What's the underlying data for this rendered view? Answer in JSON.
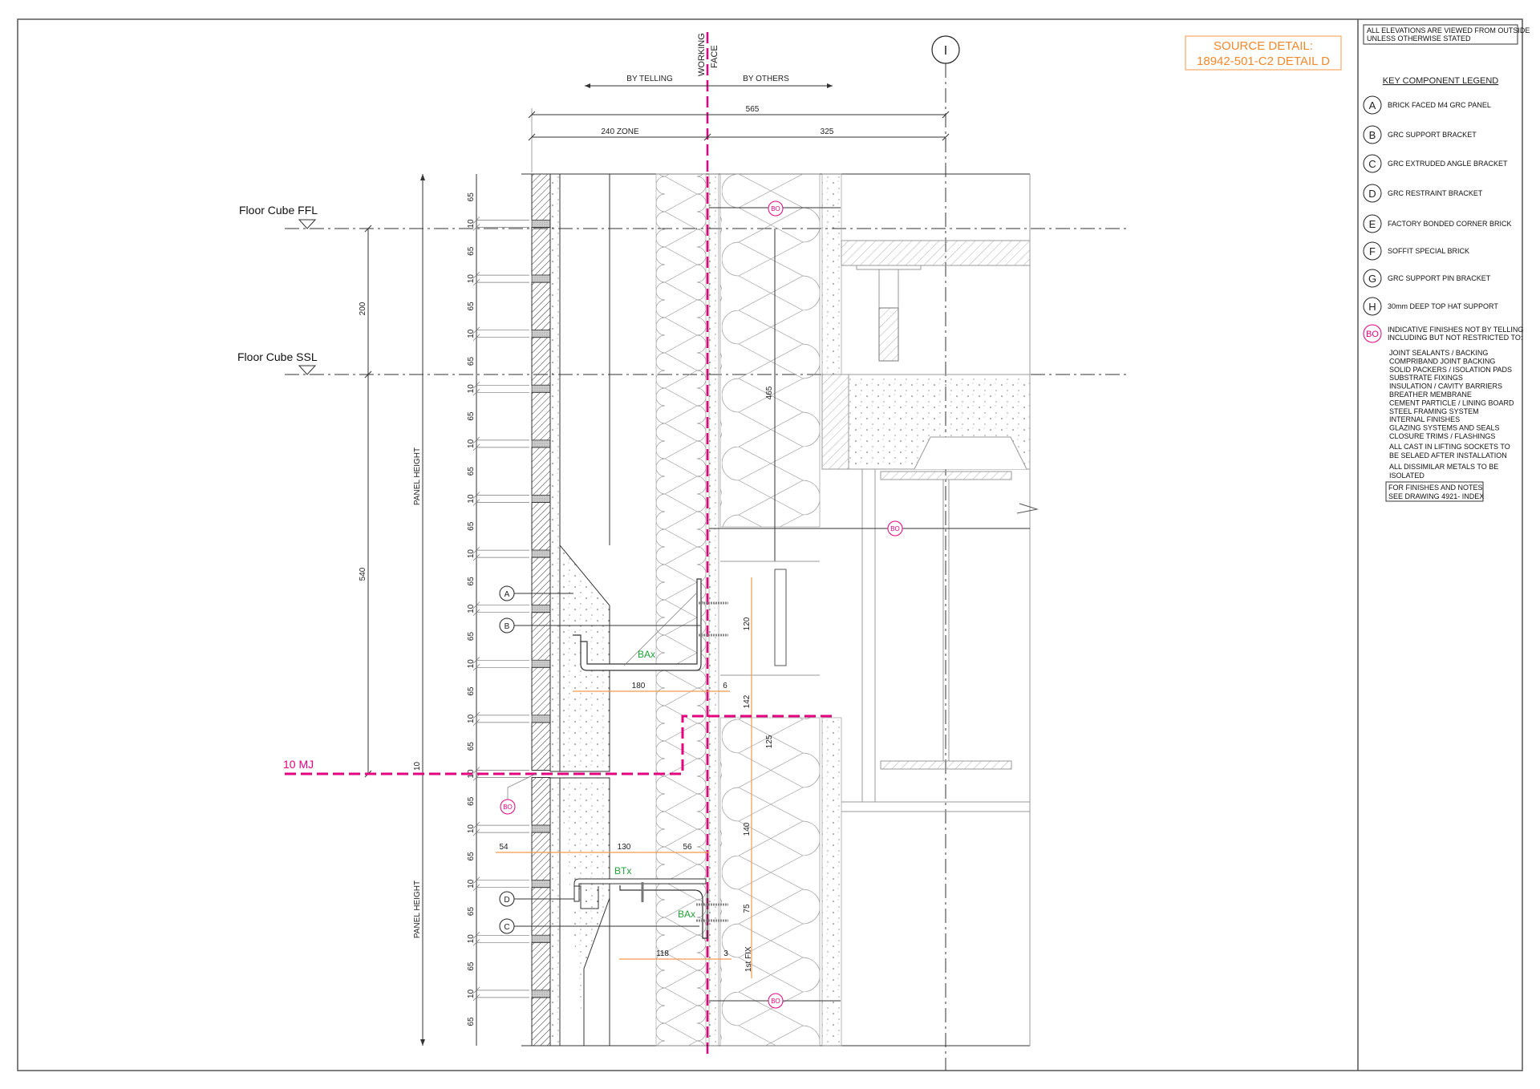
{
  "source_detail": {
    "line1": "SOURCE DETAIL:",
    "line2": "18942-501-C2 DETAIL D"
  },
  "header_note": {
    "line1": "ALL ELEVATIONS ARE VIEWED FROM OUTSIDE",
    "line2": "UNLESS OTHERWISE STATED"
  },
  "grid_label": "I",
  "working_face": {
    "line1": "WORKING",
    "line2": "FACE"
  },
  "scope": {
    "left": "BY TELLING",
    "right": "BY OTHERS"
  },
  "levels": {
    "ffl": "Floor Cube FFL",
    "ssl": "Floor Cube SSL",
    "movement_joint": "10 MJ"
  },
  "panel_height": "PANEL HEIGHT",
  "dims": {
    "d565": "565",
    "zone": "240 ZONE",
    "d325": "325",
    "d200": "200",
    "d540": "540",
    "d10mj": "10",
    "d180": "180",
    "d6": "6",
    "d142": "142",
    "d120": "120",
    "d125": "125",
    "d140": "140",
    "d75": "75",
    "d54": "54",
    "d130": "130",
    "d56": "56",
    "d118": "118",
    "d3": "3",
    "d465": "465",
    "first_fix": "1st FIX"
  },
  "course_labels": [
    "65",
    "10",
    "65",
    "10",
    "65",
    "10",
    "65",
    "10",
    "65",
    "10",
    "65",
    "10",
    "65",
    "10",
    "65",
    "10",
    "65",
    "10",
    "65",
    "10",
    "65",
    "10",
    "65",
    "10",
    "65",
    "10",
    "65",
    "10",
    "65",
    "10",
    "65"
  ],
  "bracket_tags": {
    "bax1": "BAx",
    "btx": "BTx",
    "bax2": "BAx"
  },
  "callouts": {
    "a": "A",
    "b": "B",
    "c": "C",
    "d": "D",
    "bo": "BO"
  },
  "legend": {
    "title": "KEY COMPONENT LEGEND",
    "items": [
      {
        "key": "A",
        "label": "BRICK FACED M4 GRC PANEL"
      },
      {
        "key": "B",
        "label": "GRC SUPPORT BRACKET"
      },
      {
        "key": "C",
        "label": "GRC EXTRUDED ANGLE BRACKET"
      },
      {
        "key": "D",
        "label": "GRC RESTRAINT BRACKET"
      },
      {
        "key": "E",
        "label": "FACTORY BONDED CORNER BRICK"
      },
      {
        "key": "F",
        "label": "SOFFIT SPECIAL BRICK"
      },
      {
        "key": "G",
        "label": "GRC SUPPORT PIN BRACKET"
      },
      {
        "key": "H",
        "label": "30mm DEEP TOP HAT SUPPORT"
      }
    ],
    "bo": {
      "key": "BO",
      "line1": "INDICATIVE FINISHES NOT BY TELLING",
      "line2": "INCLUDING BUT NOT RESTRICTED TO:"
    },
    "finishes": [
      "JOINT SEALANTS / BACKING",
      "COMPRIBAND JOINT BACKING",
      "SOLID PACKERS / ISOLATION PADS",
      "SUBSTRATE FIXINGS",
      "INSULATION / CAVITY BARRIERS",
      "BREATHER MEMBRANE",
      "CEMENT PARTICLE / LINING BOARD",
      "STEEL FRAMING SYSTEM",
      "INTERNAL FINISHES",
      "GLAZING SYSTEMS AND SEALS",
      "CLOSURE TRIMS / FLASHINGS"
    ],
    "note1": [
      "ALL CAST IN LIFTING SOCKETS TO",
      "BE SELAED AFTER INSTALLATION"
    ],
    "note2": [
      "ALL DISSIMILAR METALS TO BE",
      "ISOLATED"
    ],
    "note3": [
      "FOR FINISHES AND NOTES",
      "SEE DRAWING 4921- INDEX"
    ]
  },
  "colors": {
    "magenta": "#e6007e",
    "orange": "#f39a4a",
    "green": "#22a03a"
  }
}
